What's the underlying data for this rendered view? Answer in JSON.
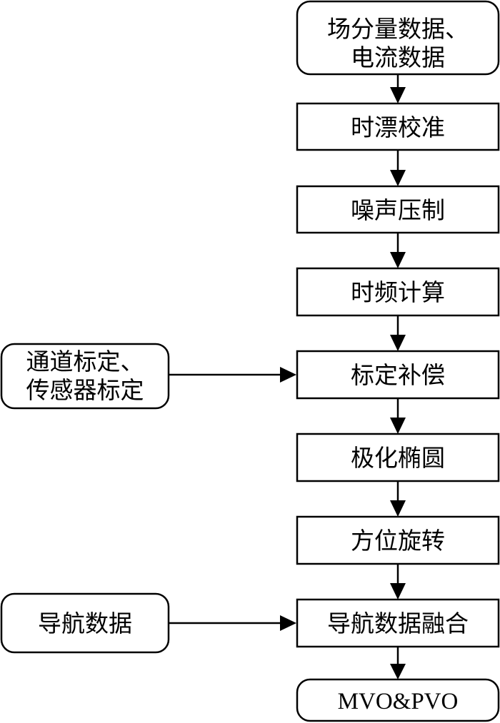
{
  "nodes": {
    "field_current_data": {
      "lines": [
        "场分量数据、",
        "电流数据"
      ]
    },
    "drift_calibration": {
      "lines": [
        "时漂校准"
      ]
    },
    "noise_suppression": {
      "lines": [
        "噪声压制"
      ]
    },
    "time_freq_calc": {
      "lines": [
        "时频计算"
      ]
    },
    "calibration_compensation": {
      "lines": [
        "标定补偿"
      ]
    },
    "polarization_ellipse": {
      "lines": [
        "极化椭圆"
      ]
    },
    "azimuth_rotation": {
      "lines": [
        "方位旋转"
      ]
    },
    "navigation_fusion": {
      "lines": [
        "导航数据融合"
      ]
    },
    "output": {
      "lines": [
        "MVO&PVO"
      ]
    },
    "channel_sensor_calibration": {
      "lines": [
        "通道标定、",
        "传感器标定"
      ]
    },
    "navigation_data": {
      "lines": [
        "导航数据"
      ]
    }
  },
  "edges": [
    {
      "from": "field_current_data",
      "to": "drift_calibration"
    },
    {
      "from": "drift_calibration",
      "to": "noise_suppression"
    },
    {
      "from": "noise_suppression",
      "to": "time_freq_calc"
    },
    {
      "from": "time_freq_calc",
      "to": "calibration_compensation"
    },
    {
      "from": "calibration_compensation",
      "to": "polarization_ellipse"
    },
    {
      "from": "polarization_ellipse",
      "to": "azimuth_rotation"
    },
    {
      "from": "azimuth_rotation",
      "to": "navigation_fusion"
    },
    {
      "from": "navigation_fusion",
      "to": "output"
    },
    {
      "from": "channel_sensor_calibration",
      "to": "calibration_compensation"
    },
    {
      "from": "navigation_data",
      "to": "navigation_fusion"
    }
  ]
}
